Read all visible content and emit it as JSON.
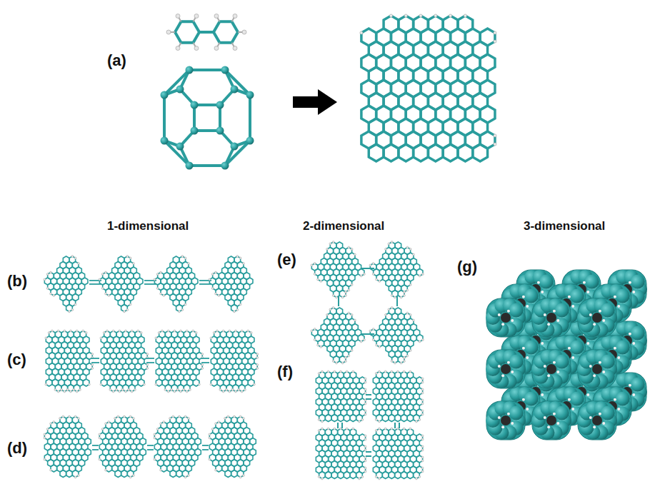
{
  "diagram": {
    "labels": [
      "(a)",
      "1-dimensional",
      "2-dimensional",
      "3-dimensional",
      "(b)",
      "(c)",
      "(d)",
      "(e)",
      "(f)",
      "(g)"
    ]
  }
}
